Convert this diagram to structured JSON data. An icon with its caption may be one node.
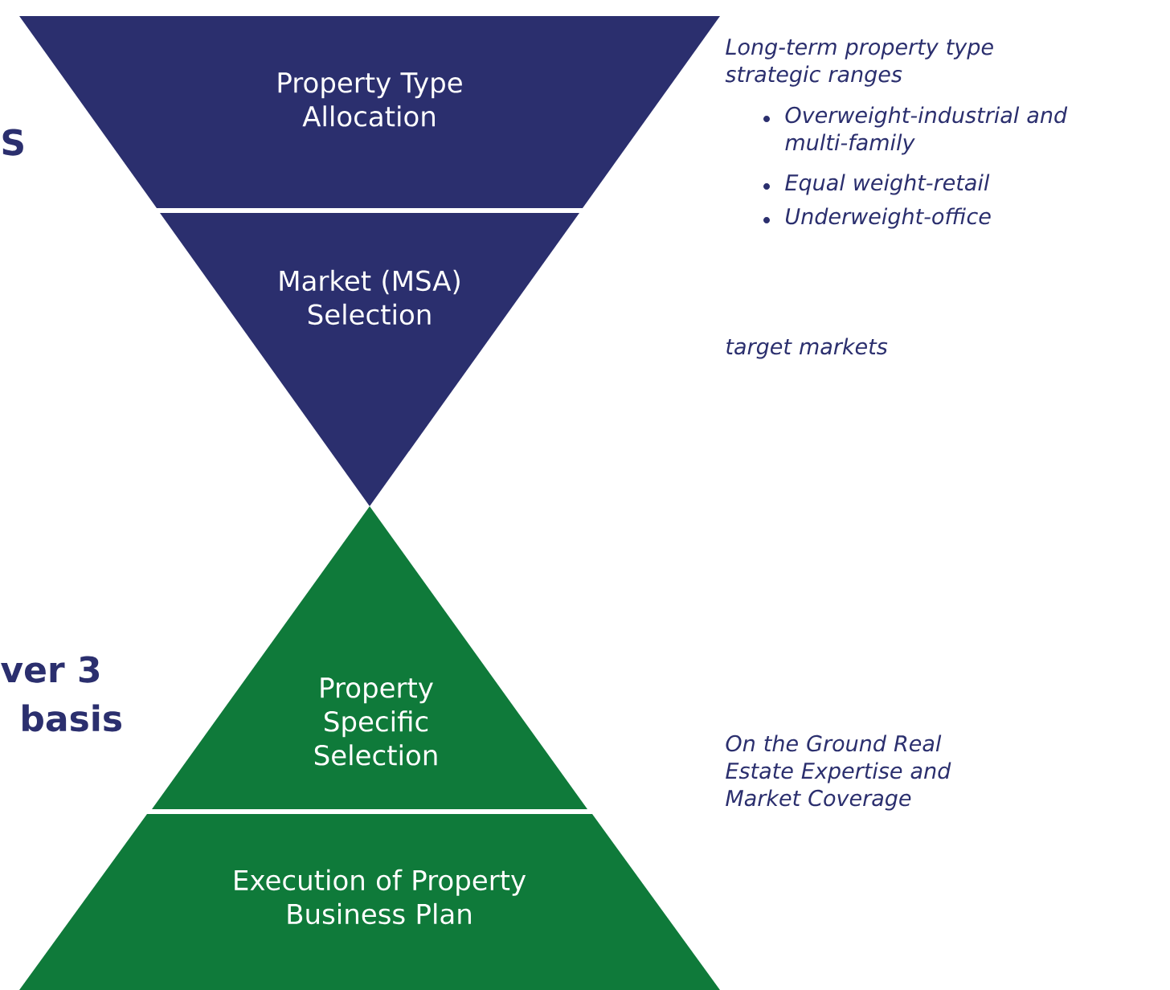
{
  "diagram": {
    "nodes": [
      {
        "text": [
          "Property Type Allocation"
        ]
      },
      {
        "text": [
          "Market (MSA) Selection"
        ]
      },
      {
        "text": [
          "Property Specific Selection"
        ]
      },
      {
        "text": [
          "Execution of Property Business Plan"
        ]
      }
    ],
    "labels": [
      "Long-term property type strategic ranges",
      "Overweight-industrial and multi-family",
      "Equal weight-retail",
      "Underweight-office",
      "S",
      "target markets",
      "ver 3",
      "basis",
      "On the Ground Real Estate Expertise and Market Coverage"
    ]
  }
}
